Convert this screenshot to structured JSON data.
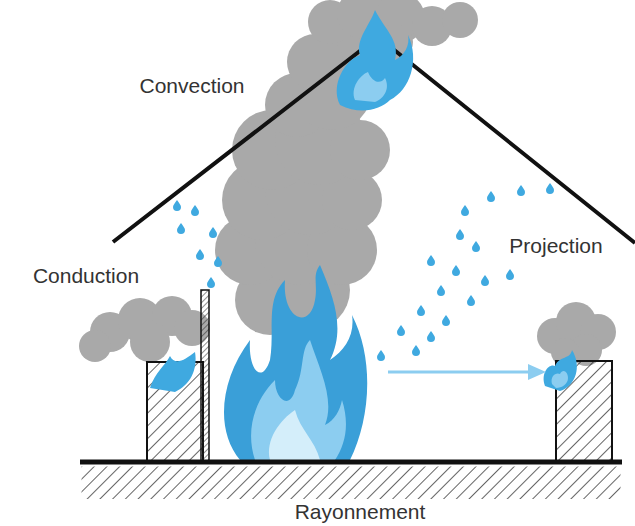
{
  "diagram": {
    "labels": [
      "Convection",
      "Conduction",
      "Projection",
      "Rayonnement"
    ]
  }
}
